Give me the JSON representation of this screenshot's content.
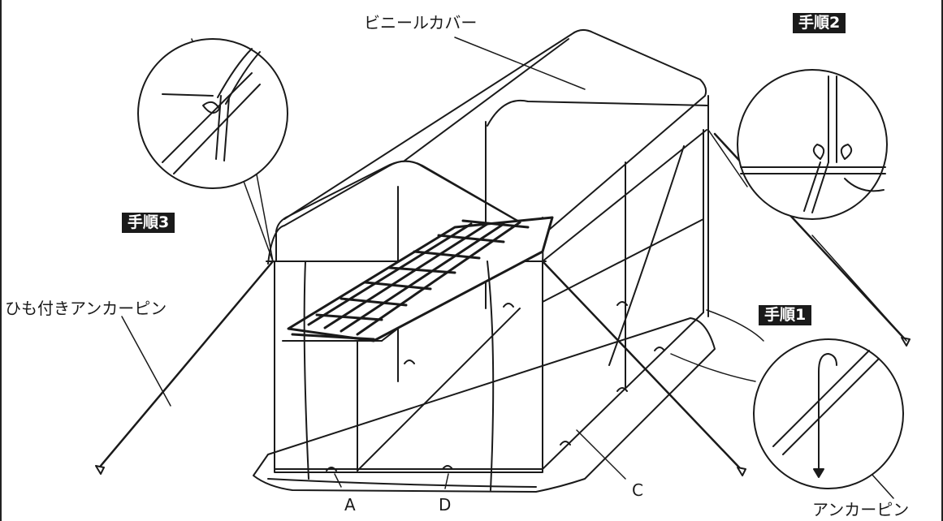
{
  "labels": {
    "vinyl_cover": "ビニールカバー",
    "anchor_pin_with_string": "ひも付きアンカーピン",
    "anchor_pin": "アンカーピン",
    "part_a": "A",
    "part_c": "C",
    "part_d": "D"
  },
  "steps": {
    "step1": "手順1",
    "step2": "手順2",
    "step3": "手順3"
  }
}
